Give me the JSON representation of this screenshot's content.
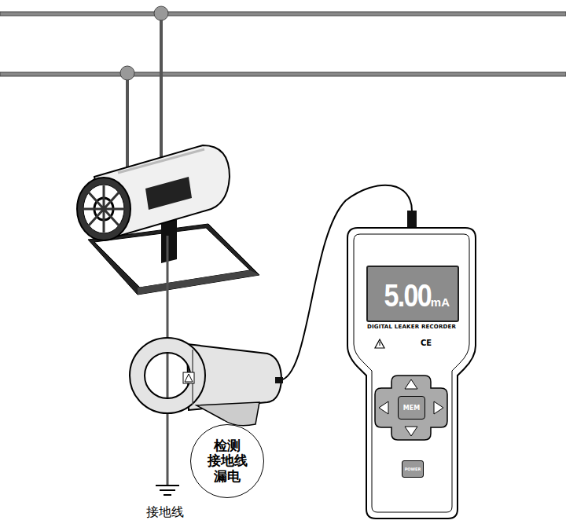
{
  "diagram": {
    "nodes": [
      {
        "text": [
          "DIGITAL LEAKER RECORDER"
        ]
      },
      {
        "text": [
          "5.00",
          "mA"
        ],
        "in": 0
      },
      {
        "text": [
          "MEM"
        ],
        "in": 0
      },
      {
        "text": [
          "POWER"
        ],
        "in": 0
      },
      {
        "text": [
          "检测 接地线 漏电"
        ]
      }
    ],
    "labels": [
      "CE",
      "接地线"
    ]
  }
}
